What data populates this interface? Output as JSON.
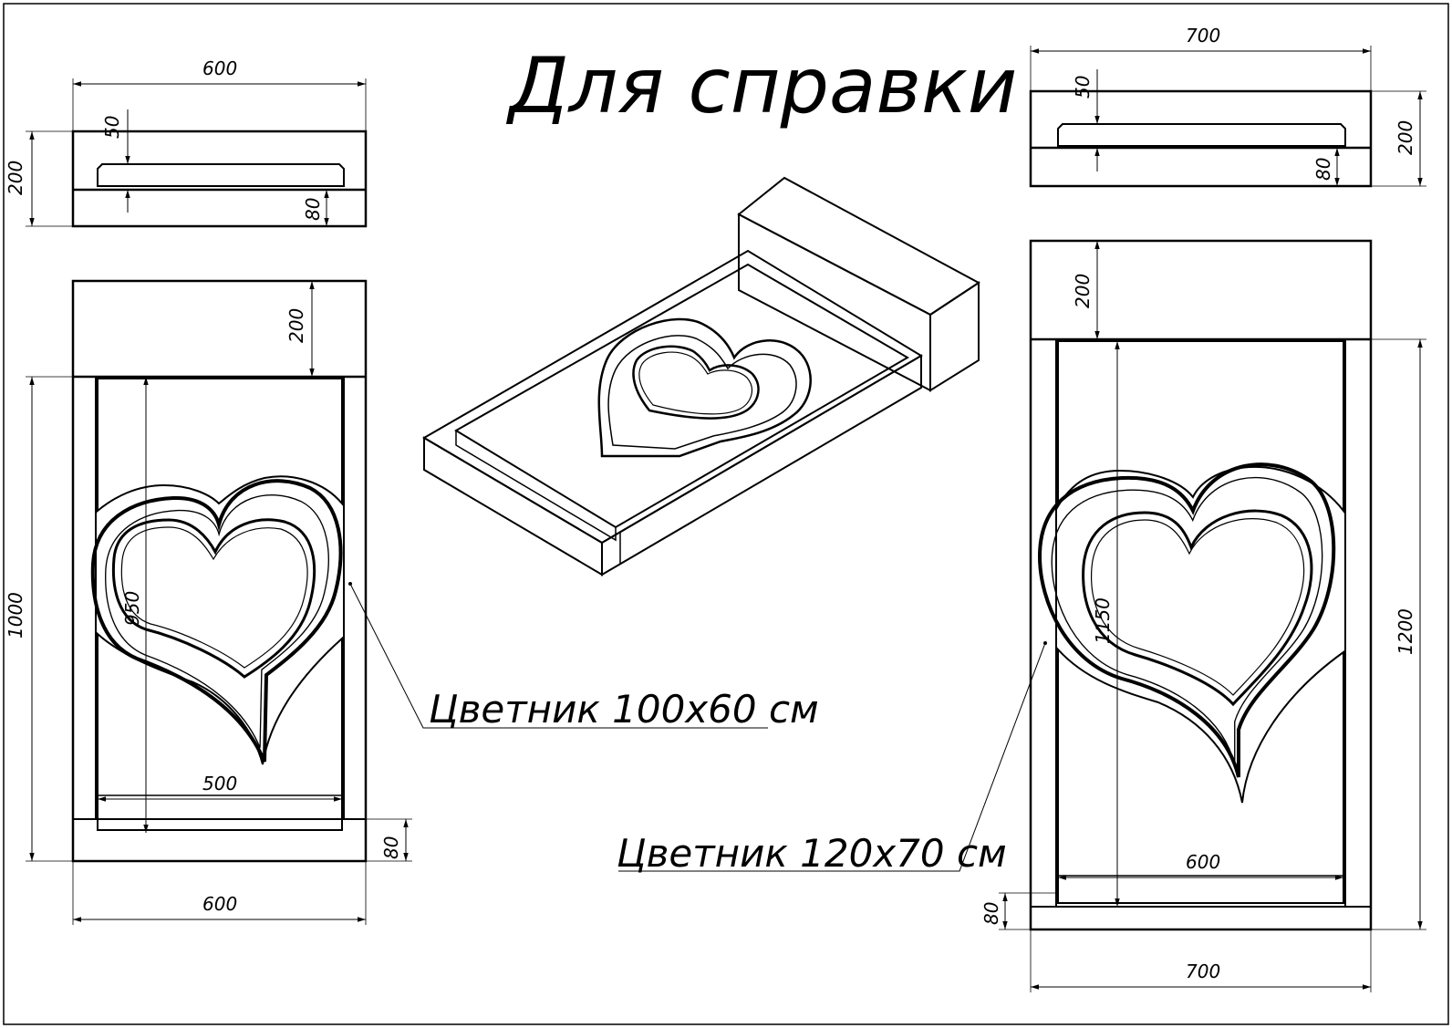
{
  "title": "Для справки",
  "labels": {
    "small_width": "Цветник 100х60 см",
    "large_width": "Цветник 120х70 см"
  },
  "dims": {
    "left_side_width": "600",
    "left_side_height": "200",
    "left_side_top": "50",
    "left_side_base": "80",
    "left_plan_head": "200",
    "left_plan_total": "1000",
    "left_plan_inner": "950",
    "left_plan_inner_width": "500",
    "left_plan_base": "80",
    "left_plan_width": "600",
    "right_side_width": "700",
    "right_side_top": "50",
    "right_side_base": "80",
    "right_side_height": "200",
    "right_plan_head": "200",
    "right_plan_inner": "1150",
    "right_plan_total": "1200",
    "right_plan_inner_width": "600",
    "right_plan_base": "80",
    "right_plan_width": "700"
  }
}
